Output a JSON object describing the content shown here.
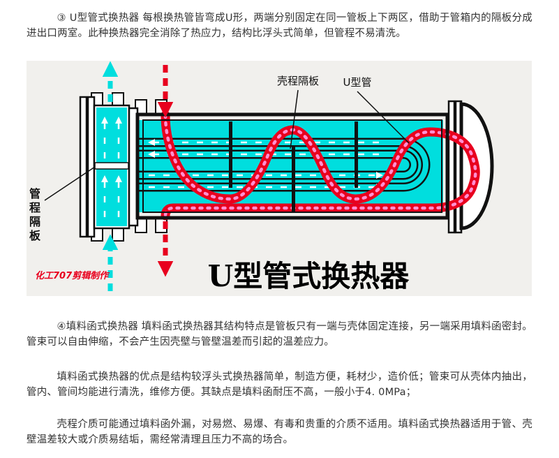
{
  "doc": {
    "paragraphs": [
      "③ U型管式换热器 每根换热管皆弯成U形，两端分别固定在同一管板上下两区，借助于管箱内的隔板分成进出口两室。此种换热器完全消除了热应力，结构比浮头式简单，但管程不易清洗。",
      "④填料函式换热器 填料函式换热器其结构特点是管板只有一端与壳体固定连接，另一端采用填料函密封。管束可以自由伸缩，不会产生因壳壁与管壁温差而引起的温差应力。",
      "填料函式换热器的优点是结构较浮头式换热器简单，制造方便，耗材少，造价低；管束可从壳体内抽出，管内、管间均能进行清洗，维修方便。其缺点是填料函耐压不高，一般小于4. 0MPa；",
      "壳程介质可能通过填料函外漏，对易燃、易爆、有毒和贵重的介质不适用。填料函式换热器适用于管、壳壁温差较大或介质易结垢，需经常清理且压力不高的场合。"
    ]
  },
  "figure": {
    "labels": {
      "shell_baffle": "壳程隔板",
      "u_tube": "U型管",
      "tube_partition_chars": [
        "管",
        "程",
        "隔",
        "板"
      ],
      "title": "U型管式换热器",
      "watermark": "化工707剪辑制作"
    },
    "colors": {
      "tube_side_fluid": "#00dede",
      "shell_side_fluid": "#e8001e",
      "outline": "#111111",
      "background": "#f1f0ed"
    }
  }
}
